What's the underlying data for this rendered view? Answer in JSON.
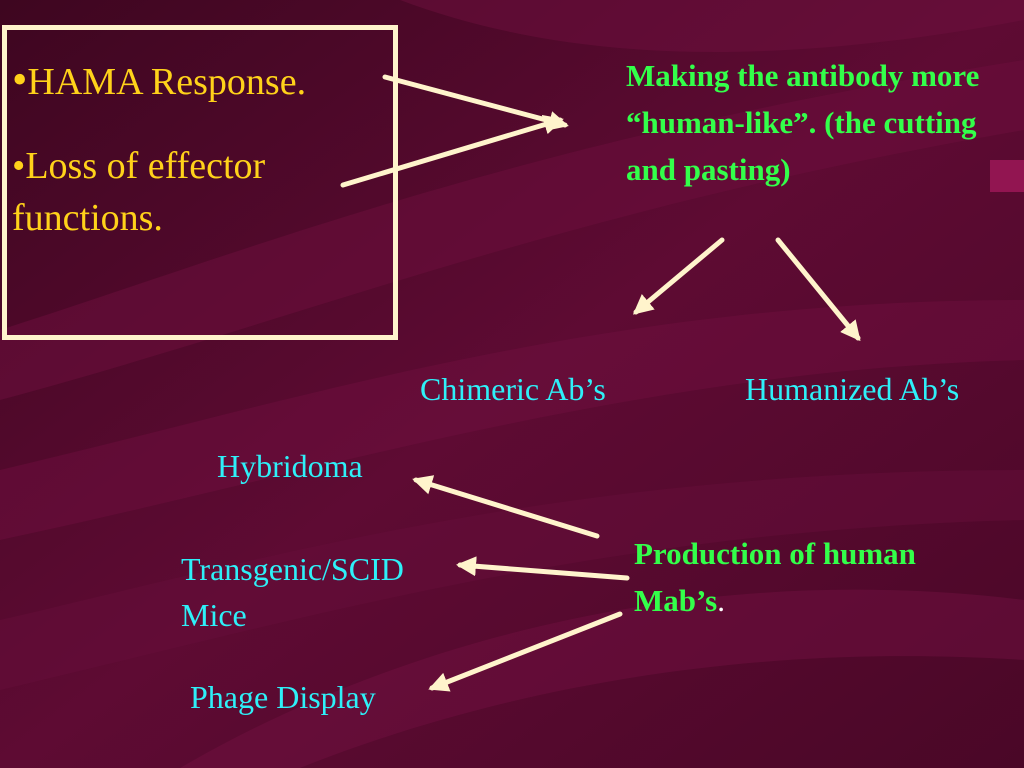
{
  "problems": {
    "item1": "HAMA Response.",
    "item2": "Loss of effector functions.",
    "bullet": "•"
  },
  "solution": {
    "text": "Making the antibody more “human-like”. (the cutting and pasting)"
  },
  "approaches": {
    "chimeric": "Chimeric Ab’s",
    "humanized": "Humanized Ab’s"
  },
  "production": {
    "title": "Production of human Mab’s",
    "title_dot": "."
  },
  "methods": {
    "hybridoma": "Hybridoma",
    "transgenic": "Transgenic/SCID Mice",
    "phage": "Phage Display"
  },
  "colors": {
    "background": "#5a0a30",
    "problem_text": "#ffd21a",
    "green_text": "#33ff4a",
    "cyan_text": "#2ef0f8",
    "arrow": "#fff4cc"
  }
}
